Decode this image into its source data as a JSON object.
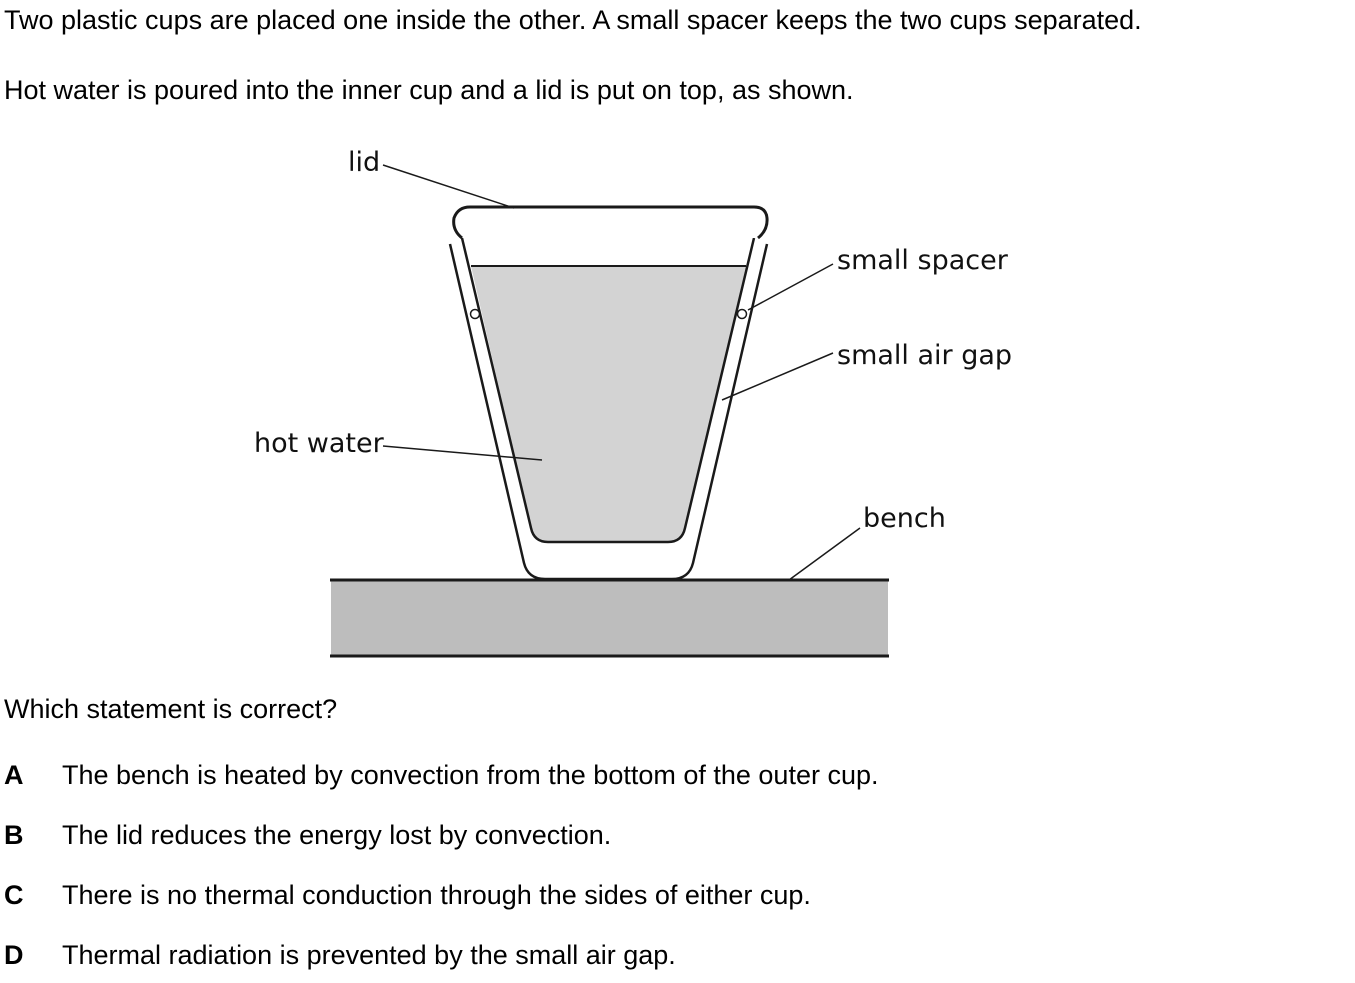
{
  "intro": {
    "line1": "Two plastic cups are placed one inside the other. A small spacer keeps the two cups separated.",
    "line2": "Hot water is poured into the inner cup and a lid is put on top, as shown."
  },
  "diagram": {
    "labels": {
      "lid": "lid",
      "small_spacer": "small spacer",
      "small_air_gap": "small air gap",
      "hot_water": "hot water",
      "bench": "bench"
    },
    "colors": {
      "water": "#d3d3d3",
      "bench": "#bdbdbd",
      "stroke": "#1a1a1a"
    }
  },
  "question": "Which statement is correct?",
  "options": [
    {
      "letter": "A",
      "text": "The bench is heated by convection from the bottom of the outer cup."
    },
    {
      "letter": "B",
      "text": "The lid reduces the energy lost by convection."
    },
    {
      "letter": "C",
      "text": "There is no thermal conduction through the sides of either cup."
    },
    {
      "letter": "D",
      "text": "Thermal radiation is prevented by the small air gap."
    }
  ]
}
